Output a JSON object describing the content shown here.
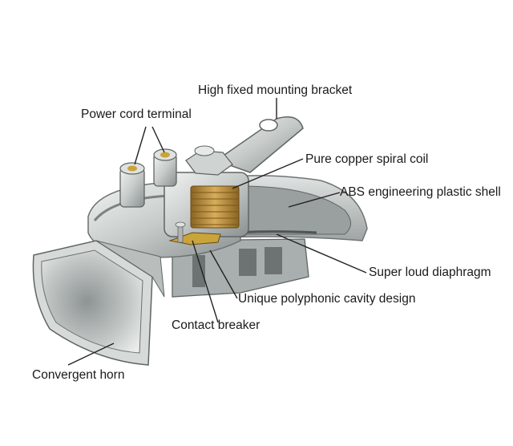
{
  "diagram": {
    "labels": {
      "bracket": "High fixed mounting bracket",
      "terminal": "Power cord terminal",
      "coil": "Pure copper spiral coil",
      "shell": "ABS engineering plastic shell",
      "diaphragm": "Super loud diaphragm",
      "cavity": "Unique polyphonic cavity design",
      "breaker": "Contact breaker",
      "horn": "Convergent horn"
    },
    "colors": {
      "metal_light": "#e4e7e6",
      "metal_mid": "#b9bebd",
      "metal_dark": "#7f8584",
      "copper": "#b58a3a",
      "brass": "#c9a43a",
      "leader": "#222222"
    }
  }
}
